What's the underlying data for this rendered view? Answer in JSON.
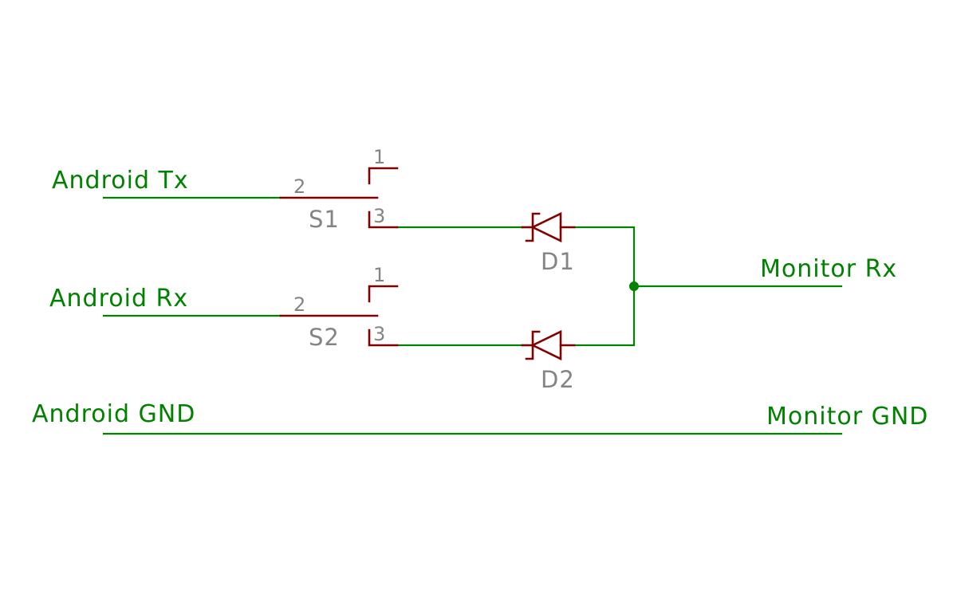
{
  "colors": {
    "wire": "#008200",
    "component": "#840000",
    "reference": "#848484",
    "background": "#ffffff"
  },
  "nets": {
    "android_tx": "Android Tx",
    "android_rx": "Android Rx",
    "android_gnd": "Android GND",
    "monitor_rx": "Monitor Rx",
    "monitor_gnd": "Monitor GND"
  },
  "switches": [
    {
      "ref": "S1",
      "pins": [
        "1",
        "2",
        "3"
      ]
    },
    {
      "ref": "S2",
      "pins": [
        "1",
        "2",
        "3"
      ]
    }
  ],
  "diodes": [
    {
      "ref": "D1"
    },
    {
      "ref": "D2"
    }
  ]
}
